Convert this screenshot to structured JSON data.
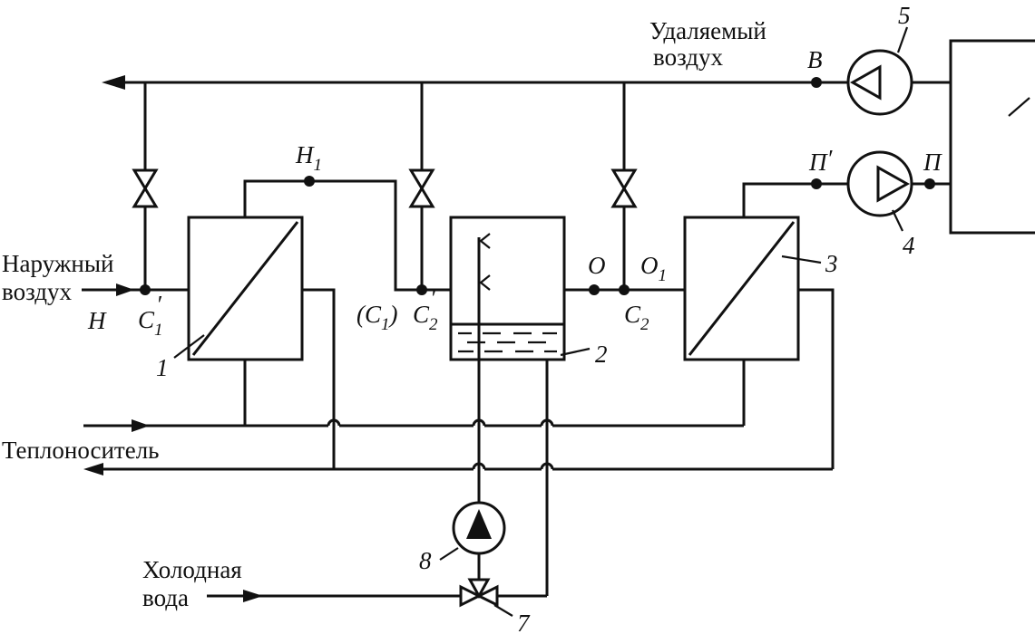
{
  "labels": {
    "exhaust_air_1": "Удаляемый",
    "exhaust_air_2": "воздух",
    "outdoor_air_1": "Наружный",
    "outdoor_air_2": "воздух",
    "heat_carrier": "Теплоноситель",
    "cold_water_1": "Холодная",
    "cold_water_2": "вода"
  },
  "points": {
    "B": "В",
    "N": "Н",
    "N1_base": "Н",
    "N1_sub": "1",
    "C1p_base": "C",
    "C1p_sub": "1",
    "C1p_prime": "′",
    "C1_paren": "(C",
    "C1_paren_sub": "1",
    "C1_paren_close": ")",
    "C2p_base": "C",
    "C2p_sub": "2",
    "C2p_prime": "′",
    "O": "О",
    "O1_base": "О",
    "O1_sub": "1",
    "C2_base": "C",
    "C2_sub": "2",
    "Pp_base": "П",
    "Pp_prime": "′",
    "P": "П"
  },
  "numbers": {
    "n1": "1",
    "n2": "2",
    "n3": "3",
    "n4": "4",
    "n5": "5",
    "n7": "7",
    "n8": "8"
  }
}
